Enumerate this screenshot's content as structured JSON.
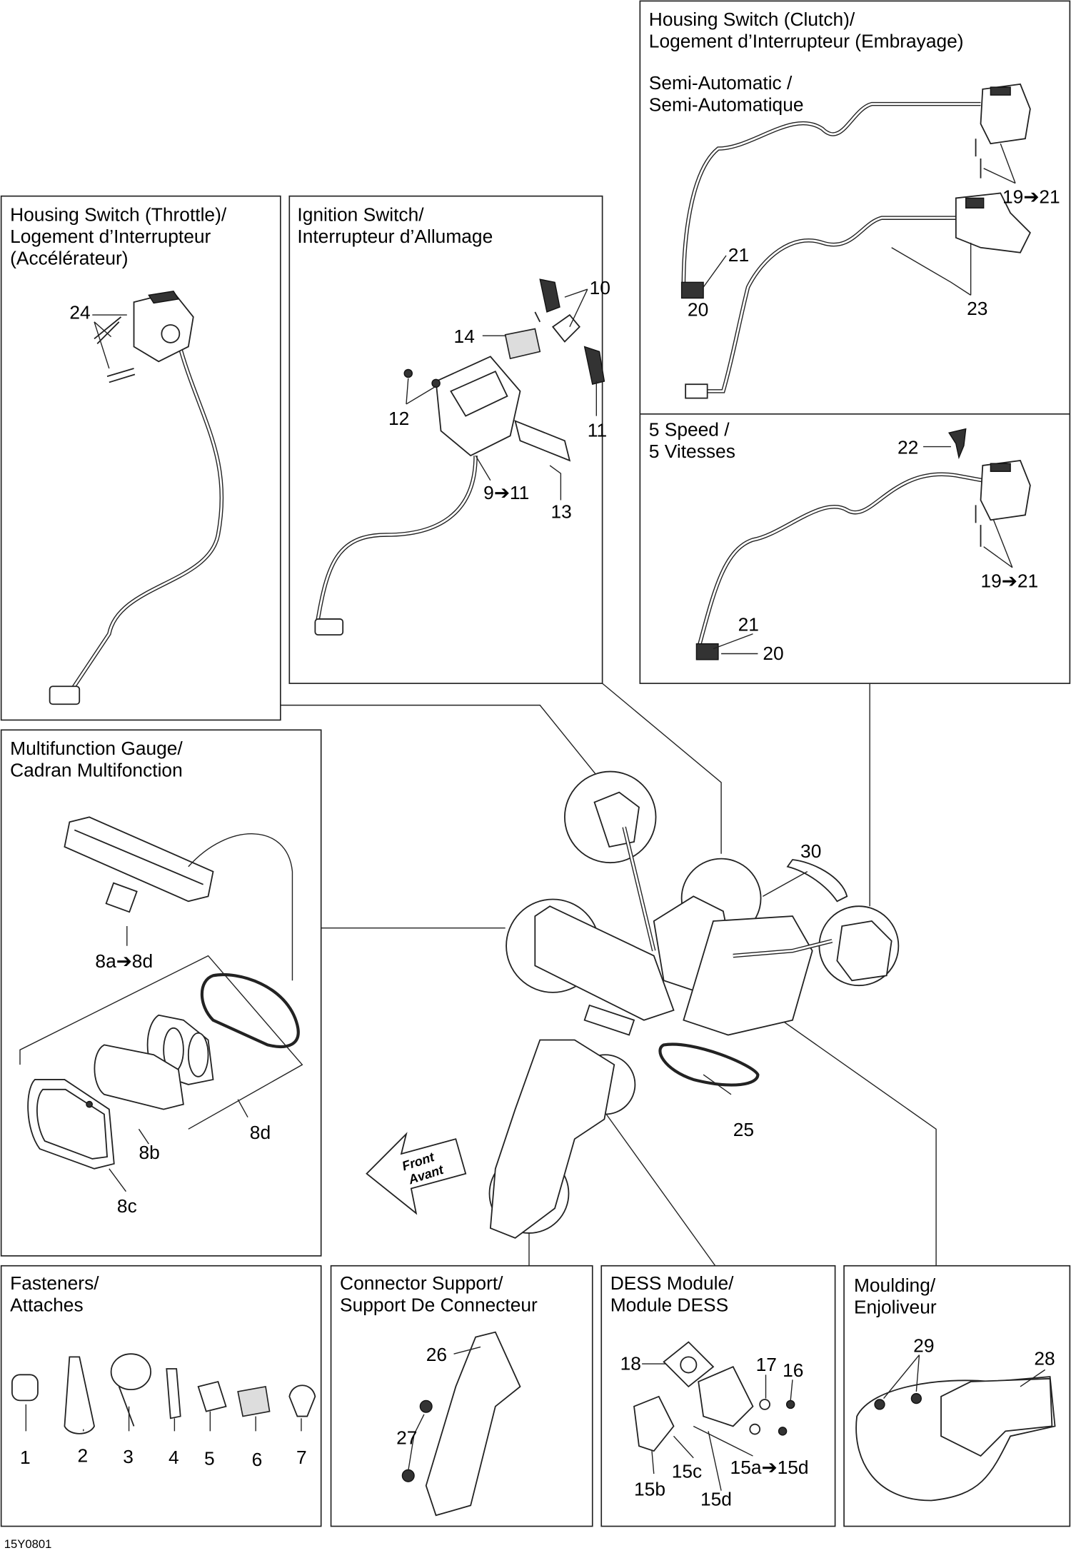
{
  "diagram_code": "15Y0801",
  "panels": {
    "throttle": {
      "title_lines": [
        "Housing Switch (Throttle)/",
        "Logement d’Interrupteur",
        "(Accélérateur)"
      ],
      "callouts": [
        "24"
      ]
    },
    "ignition": {
      "title_lines": [
        "Ignition Switch/",
        "Interrupteur d’Allumage"
      ],
      "callouts": [
        "10",
        "14",
        "12",
        "11",
        "9➔11",
        "13"
      ]
    },
    "clutch": {
      "title_lines": [
        "Housing Switch (Clutch)/",
        "Logement d’Interrupteur (Embrayage)"
      ],
      "semi_auto": {
        "title_lines": [
          "Semi-Automatic /",
          "Semi-Automatique"
        ],
        "callouts": [
          "19➔21",
          "21",
          "20",
          "23"
        ]
      },
      "five_speed": {
        "title_lines": [
          "5 Speed /",
          "5 Vitesses"
        ],
        "callouts": [
          "22",
          "19➔21",
          "21",
          "20"
        ]
      }
    },
    "gauge": {
      "title_lines": [
        "Multifunction Gauge/",
        "Cadran Multifonction"
      ],
      "callouts": [
        "8a➔8d",
        "8b",
        "8d",
        "8c"
      ]
    },
    "main": {
      "callouts": [
        "30",
        "25"
      ],
      "front_label": [
        "Front",
        "Avant"
      ]
    },
    "fasteners": {
      "title_lines": [
        "Fasteners/",
        "Attaches"
      ],
      "callouts": [
        "1",
        "2",
        "3",
        "4",
        "5",
        "6",
        "7"
      ]
    },
    "connector": {
      "title_lines": [
        "Connector Support/",
        "Support De Connecteur"
      ],
      "callouts": [
        "26",
        "27"
      ]
    },
    "dess": {
      "title_lines": [
        "DESS Module/",
        "Module DESS"
      ],
      "callouts": [
        "18",
        "17",
        "16",
        "15c",
        "15a➔15d",
        "15b",
        "15d"
      ]
    },
    "moulding": {
      "title_lines": [
        "Moulding/",
        "Enjoliveur"
      ],
      "callouts": [
        "29",
        "28"
      ]
    }
  }
}
